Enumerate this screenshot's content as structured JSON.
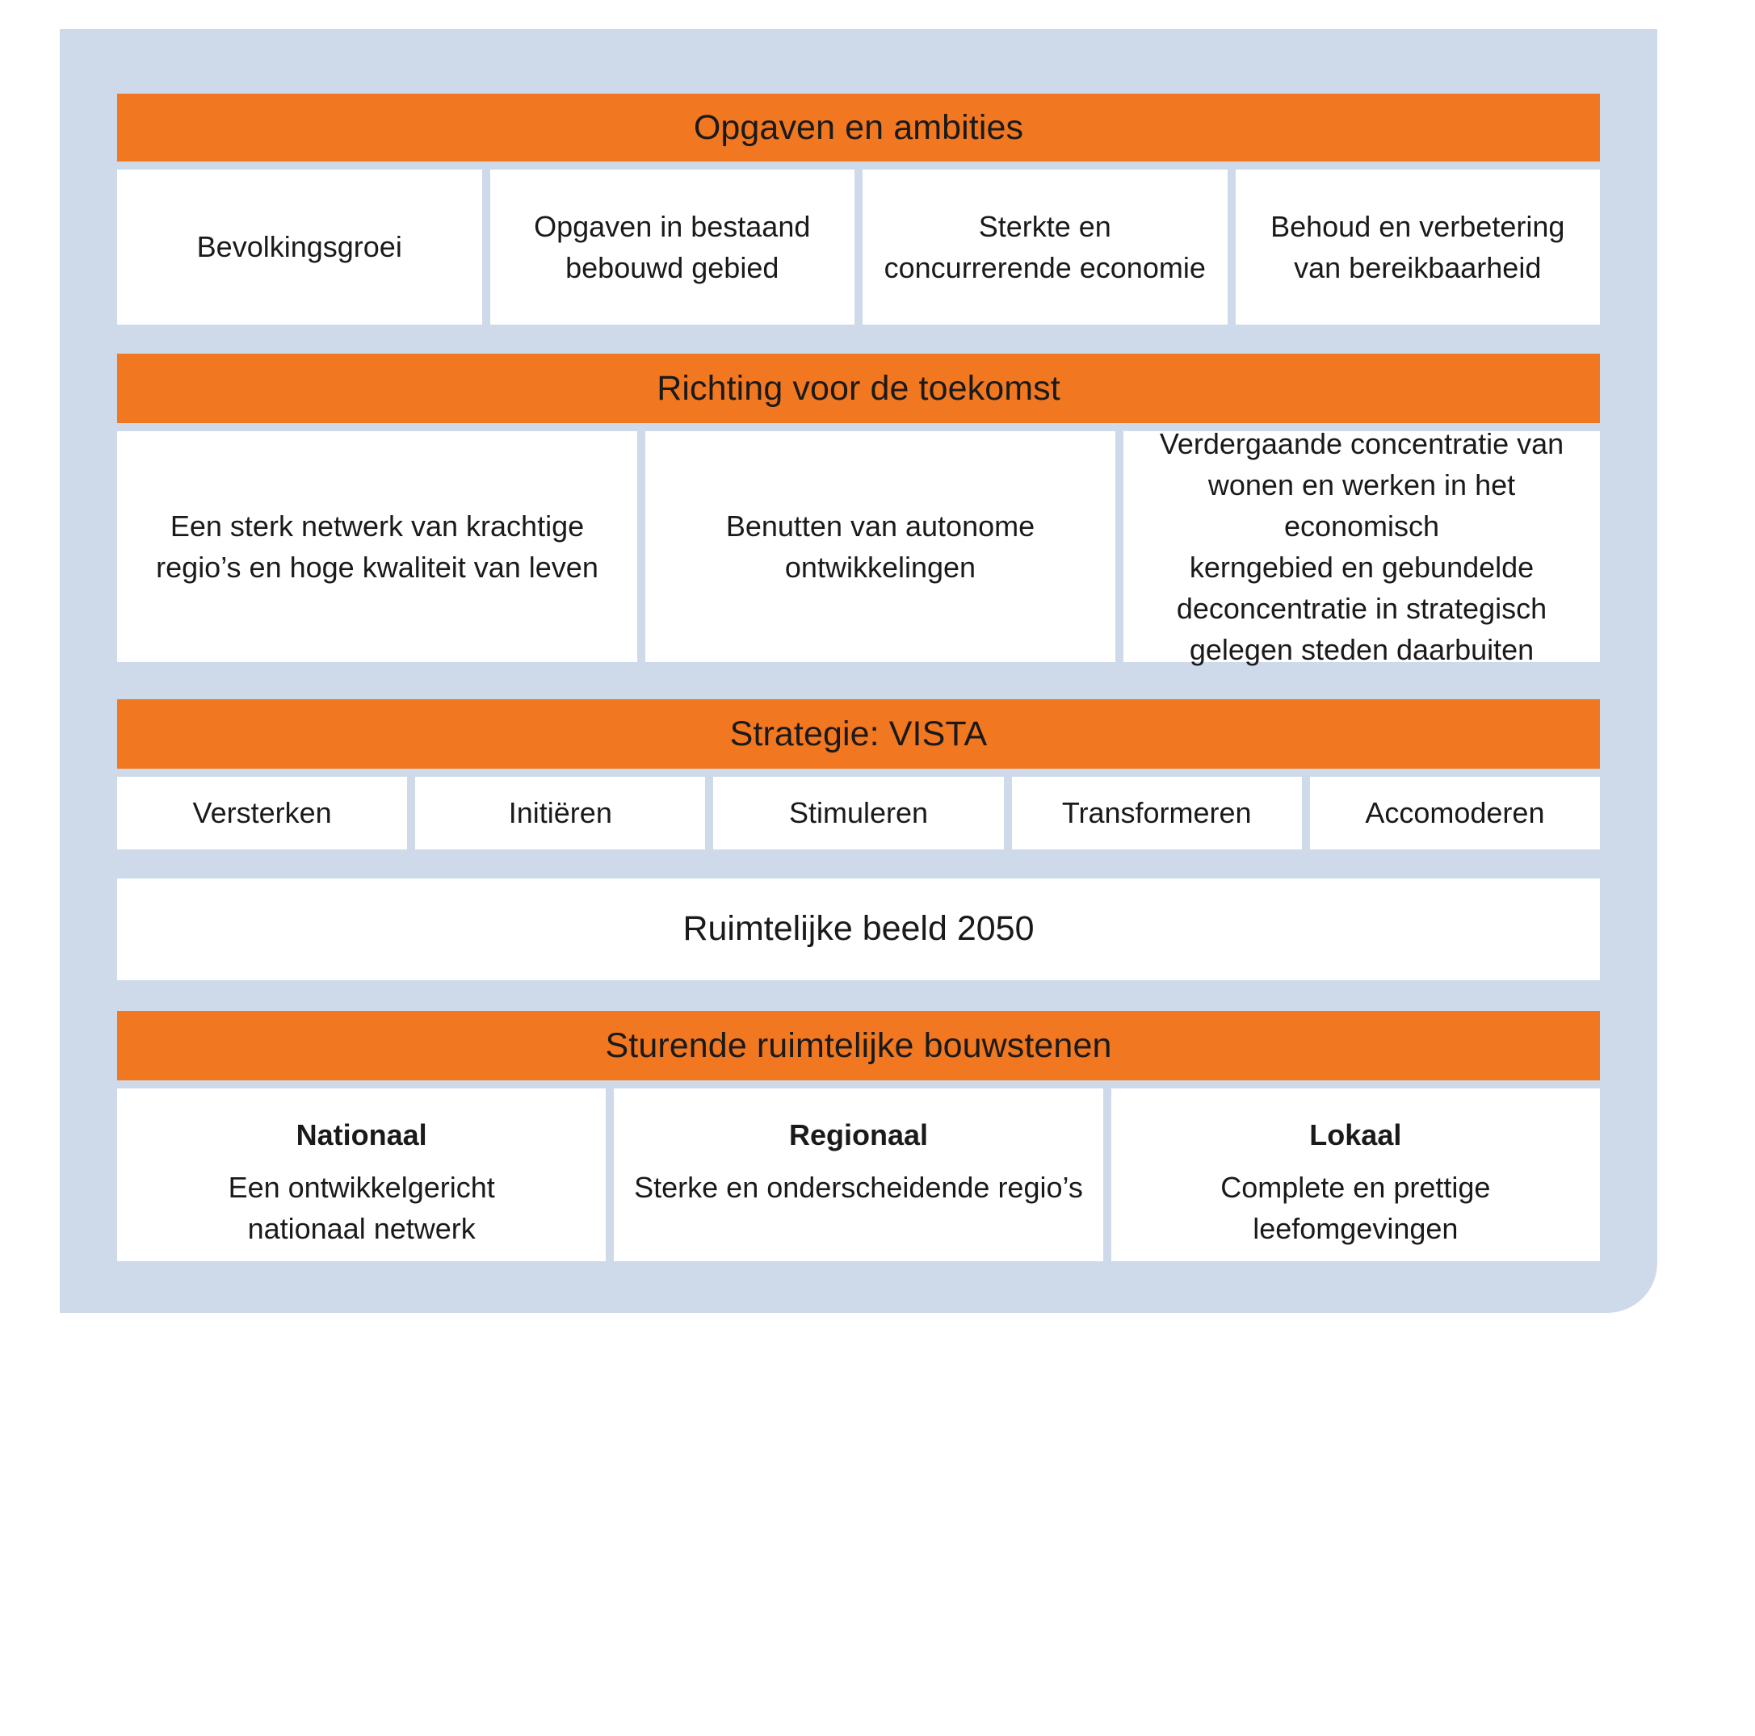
{
  "theme": {
    "accent_orange": "#f17721",
    "frame_blue": "#cedaea",
    "cell_white": "#ffffff",
    "text_color": "#1a1a1a"
  },
  "sections": [
    {
      "id": "opgaven",
      "band_title": "Opgaven en ambities",
      "cells": [
        {
          "text": "Bevolkingsgroei"
        },
        {
          "text": "Opgaven in bestaand\nbebouwd gebied"
        },
        {
          "text": "Sterkte en\nconcurrerende economie"
        },
        {
          "text": "Behoud en verbetering\nvan bereikbaarheid"
        }
      ]
    },
    {
      "id": "richting",
      "band_title": "Richting voor de toekomst",
      "cells": [
        {
          "text": "Een sterk netwerk van krachtige\nregio’s en hoge kwaliteit van leven"
        },
        {
          "text": "Benutten van autonome\nontwikkelingen"
        },
        {
          "text": "Verdergaande concentratie van\nwonen en werken in het economisch\nkerngebied en gebundelde\ndeconcentratie in strategisch\ngelegen steden daarbuiten"
        }
      ]
    },
    {
      "id": "strategie",
      "band_title": "Strategie: VISTA",
      "cells": [
        {
          "text": "Versterken"
        },
        {
          "text": "Initiëren"
        },
        {
          "text": "Stimuleren"
        },
        {
          "text": "Transformeren"
        },
        {
          "text": "Accomoderen"
        }
      ]
    },
    {
      "id": "ruimtelijke",
      "band_title": null,
      "cells": [
        {
          "text": "Ruimtelijke beeld 2050"
        }
      ]
    },
    {
      "id": "sturende",
      "band_title": "Sturende ruimtelijke bouwstenen",
      "cells": [
        {
          "head": "Nationaal",
          "text": "Een ontwikkelgericht\nnationaal netwerk"
        },
        {
          "head": "Regionaal",
          "text": "Sterke en onderscheidende  regio’s"
        },
        {
          "head": "Lokaal",
          "text": "Complete en prettige\nleefomgevingen"
        }
      ]
    }
  ]
}
